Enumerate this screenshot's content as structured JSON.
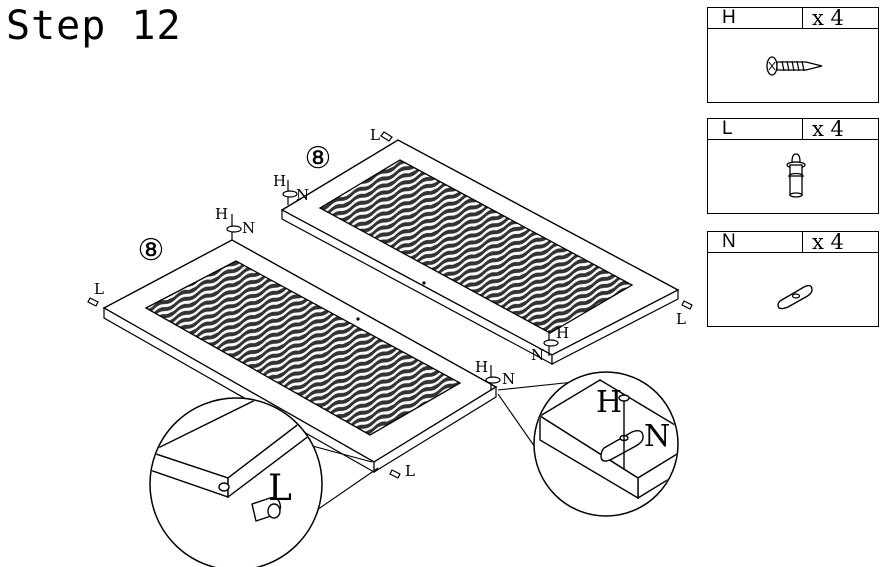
{
  "title": "Step 12",
  "parts": [
    {
      "letter": "H",
      "qty": "x 4",
      "icon": "screw-icon"
    },
    {
      "letter": "L",
      "qty": "x 4",
      "icon": "dowel-pin-icon"
    },
    {
      "letter": "N",
      "qty": "x 4",
      "icon": "bracket-plate-icon"
    }
  ],
  "panels": [
    {
      "label": "⑧"
    },
    {
      "label": "⑧"
    }
  ],
  "callouts": {
    "h": "H",
    "n": "N",
    "l": "L"
  }
}
